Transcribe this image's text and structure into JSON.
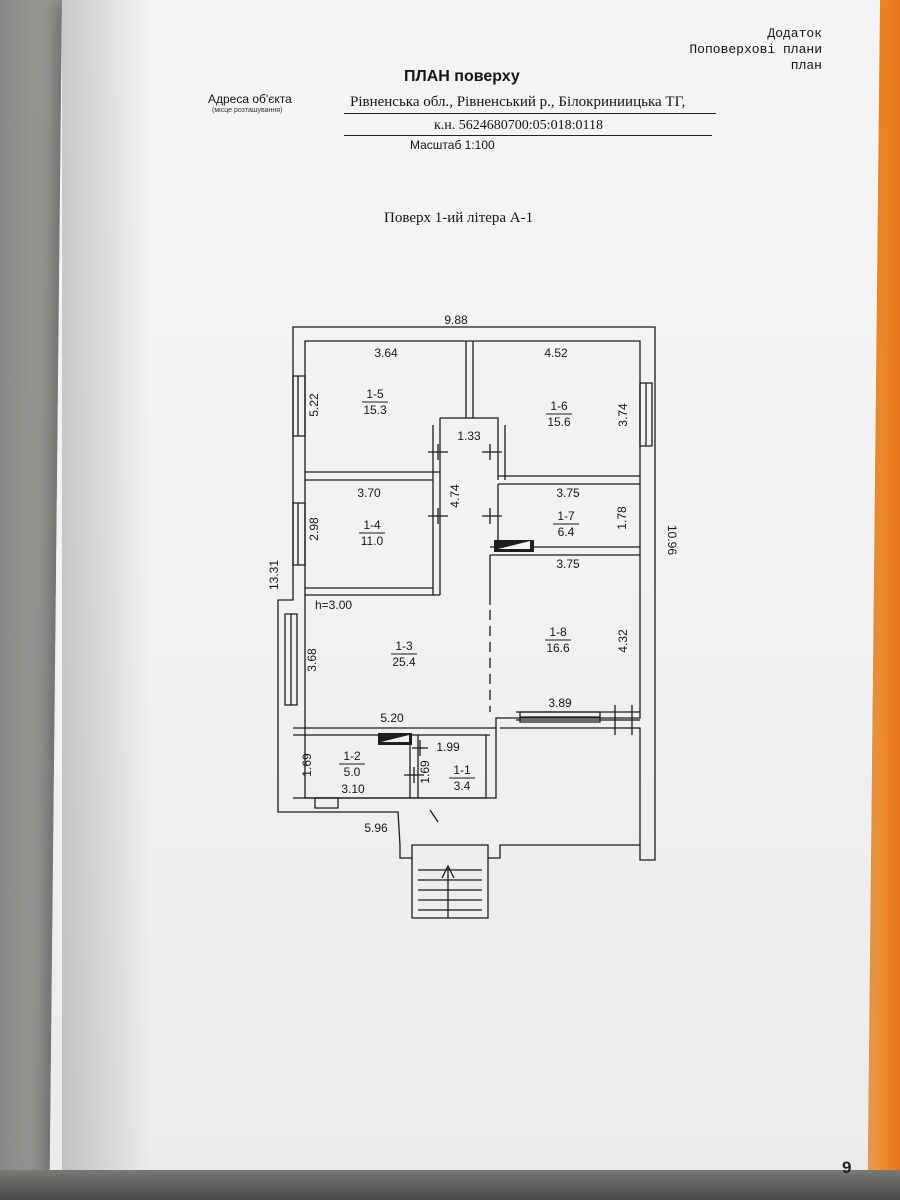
{
  "header": {
    "addendum_lines": [
      "Додаток",
      "Поповерхові плани",
      "план"
    ],
    "plan_title": "ПЛАН поверху",
    "address_label": "Адреса об'єкта",
    "address_sublabel": "(місце розташування)",
    "address_line1": "Рівненська обл., Рівненський р., Білокриниицька ТГ,",
    "address_line2": "к.н. 5624680700:05:018:0118",
    "scale": "Масштаб 1:100"
  },
  "floor_title": "Поверх 1-ий літера А-1",
  "page_number": "9",
  "plan": {
    "overall": {
      "width": "9.88",
      "height_left": "13.31",
      "height_right": "10.96",
      "bottom": "5.96"
    },
    "ceiling_height": "h=3.00",
    "rooms": [
      {
        "id": "1-5",
        "area": "15.3",
        "width": "3.64",
        "depth": "5.22"
      },
      {
        "id": "1-6",
        "area": "15.6",
        "width": "4.52",
        "depth": "3.74"
      },
      {
        "id": "1-4",
        "area": "11.0",
        "width": "3.70",
        "depth": "2.98"
      },
      {
        "id": "1-7",
        "area": "6.4",
        "width": "3.75",
        "depth": "1.78"
      },
      {
        "id": "1-3",
        "area": "25.4",
        "width": "5.20",
        "depth": "3.68"
      },
      {
        "id": "1-8",
        "area": "16.6",
        "width": "3.75",
        "width_bottom": "3.89",
        "depth": "4.32"
      },
      {
        "id": "1-2",
        "area": "5.0",
        "width": "3.10",
        "depth": "1.69"
      },
      {
        "id": "1-1",
        "area": "3.4",
        "width": "1.99",
        "depth": "1.69"
      }
    ],
    "corridor": {
      "width": "1.33",
      "length": "4.74"
    }
  }
}
